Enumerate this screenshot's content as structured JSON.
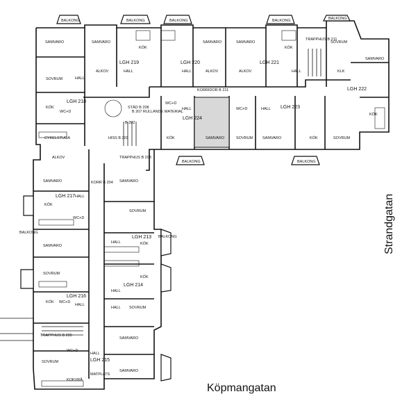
{
  "streets": {
    "south": "Köpmangatan",
    "east": "Strandgatan"
  },
  "apartments": {
    "lgh213": "LGH 213",
    "lgh214": "LGH 214",
    "lgh215": "LGH 215",
    "lgh216": "LGH 216",
    "lgh217": "LGH 217",
    "lgh218": "LGH 218",
    "lgh219": "LGH 219",
    "lgh220": "LGH 220",
    "lgh221": "LGH 221",
    "lgh222": "LGH 222",
    "lgh223": "LGH 223",
    "lgh224": "LGH 224"
  },
  "spaces": {
    "korridor": "KORRIDOR B 211",
    "trapphus_211": "TRAPPHUS B 211",
    "trapphus_203": "TRAPPHUS B 203",
    "trapphus_205": "TRAPPHUS B 205",
    "korr": "KORR B 204",
    "hiss": "HISS B 203",
    "stad": "STÄD B 208",
    "rullande": "B 207 RULLANDE MATERIAL",
    "b202": "B 202",
    "cykelstuga": "CYKELSTUGA",
    "kokvra": "KOKVRÅ",
    "matplats": "MATPLATS"
  },
  "room_words": {
    "samvaro": "SAMVARO",
    "sovrum": "SOVRUM",
    "kok": "KÖK",
    "hall": "HALL",
    "alkov": "ALKOV",
    "balkong": "BALKONG",
    "wc": "WC+D",
    "klk": "KLK"
  }
}
